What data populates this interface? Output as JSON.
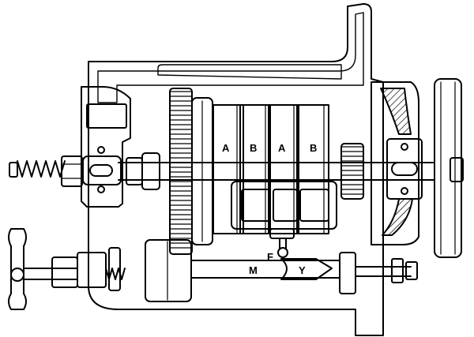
{
  "diagram": {
    "stroke_color": "#000000",
    "background_color": "#ffffff",
    "labels": {
      "a1": "A",
      "b1": "B",
      "a2": "A",
      "b2": "B",
      "f": "F",
      "m": "M",
      "y": "Y"
    }
  }
}
